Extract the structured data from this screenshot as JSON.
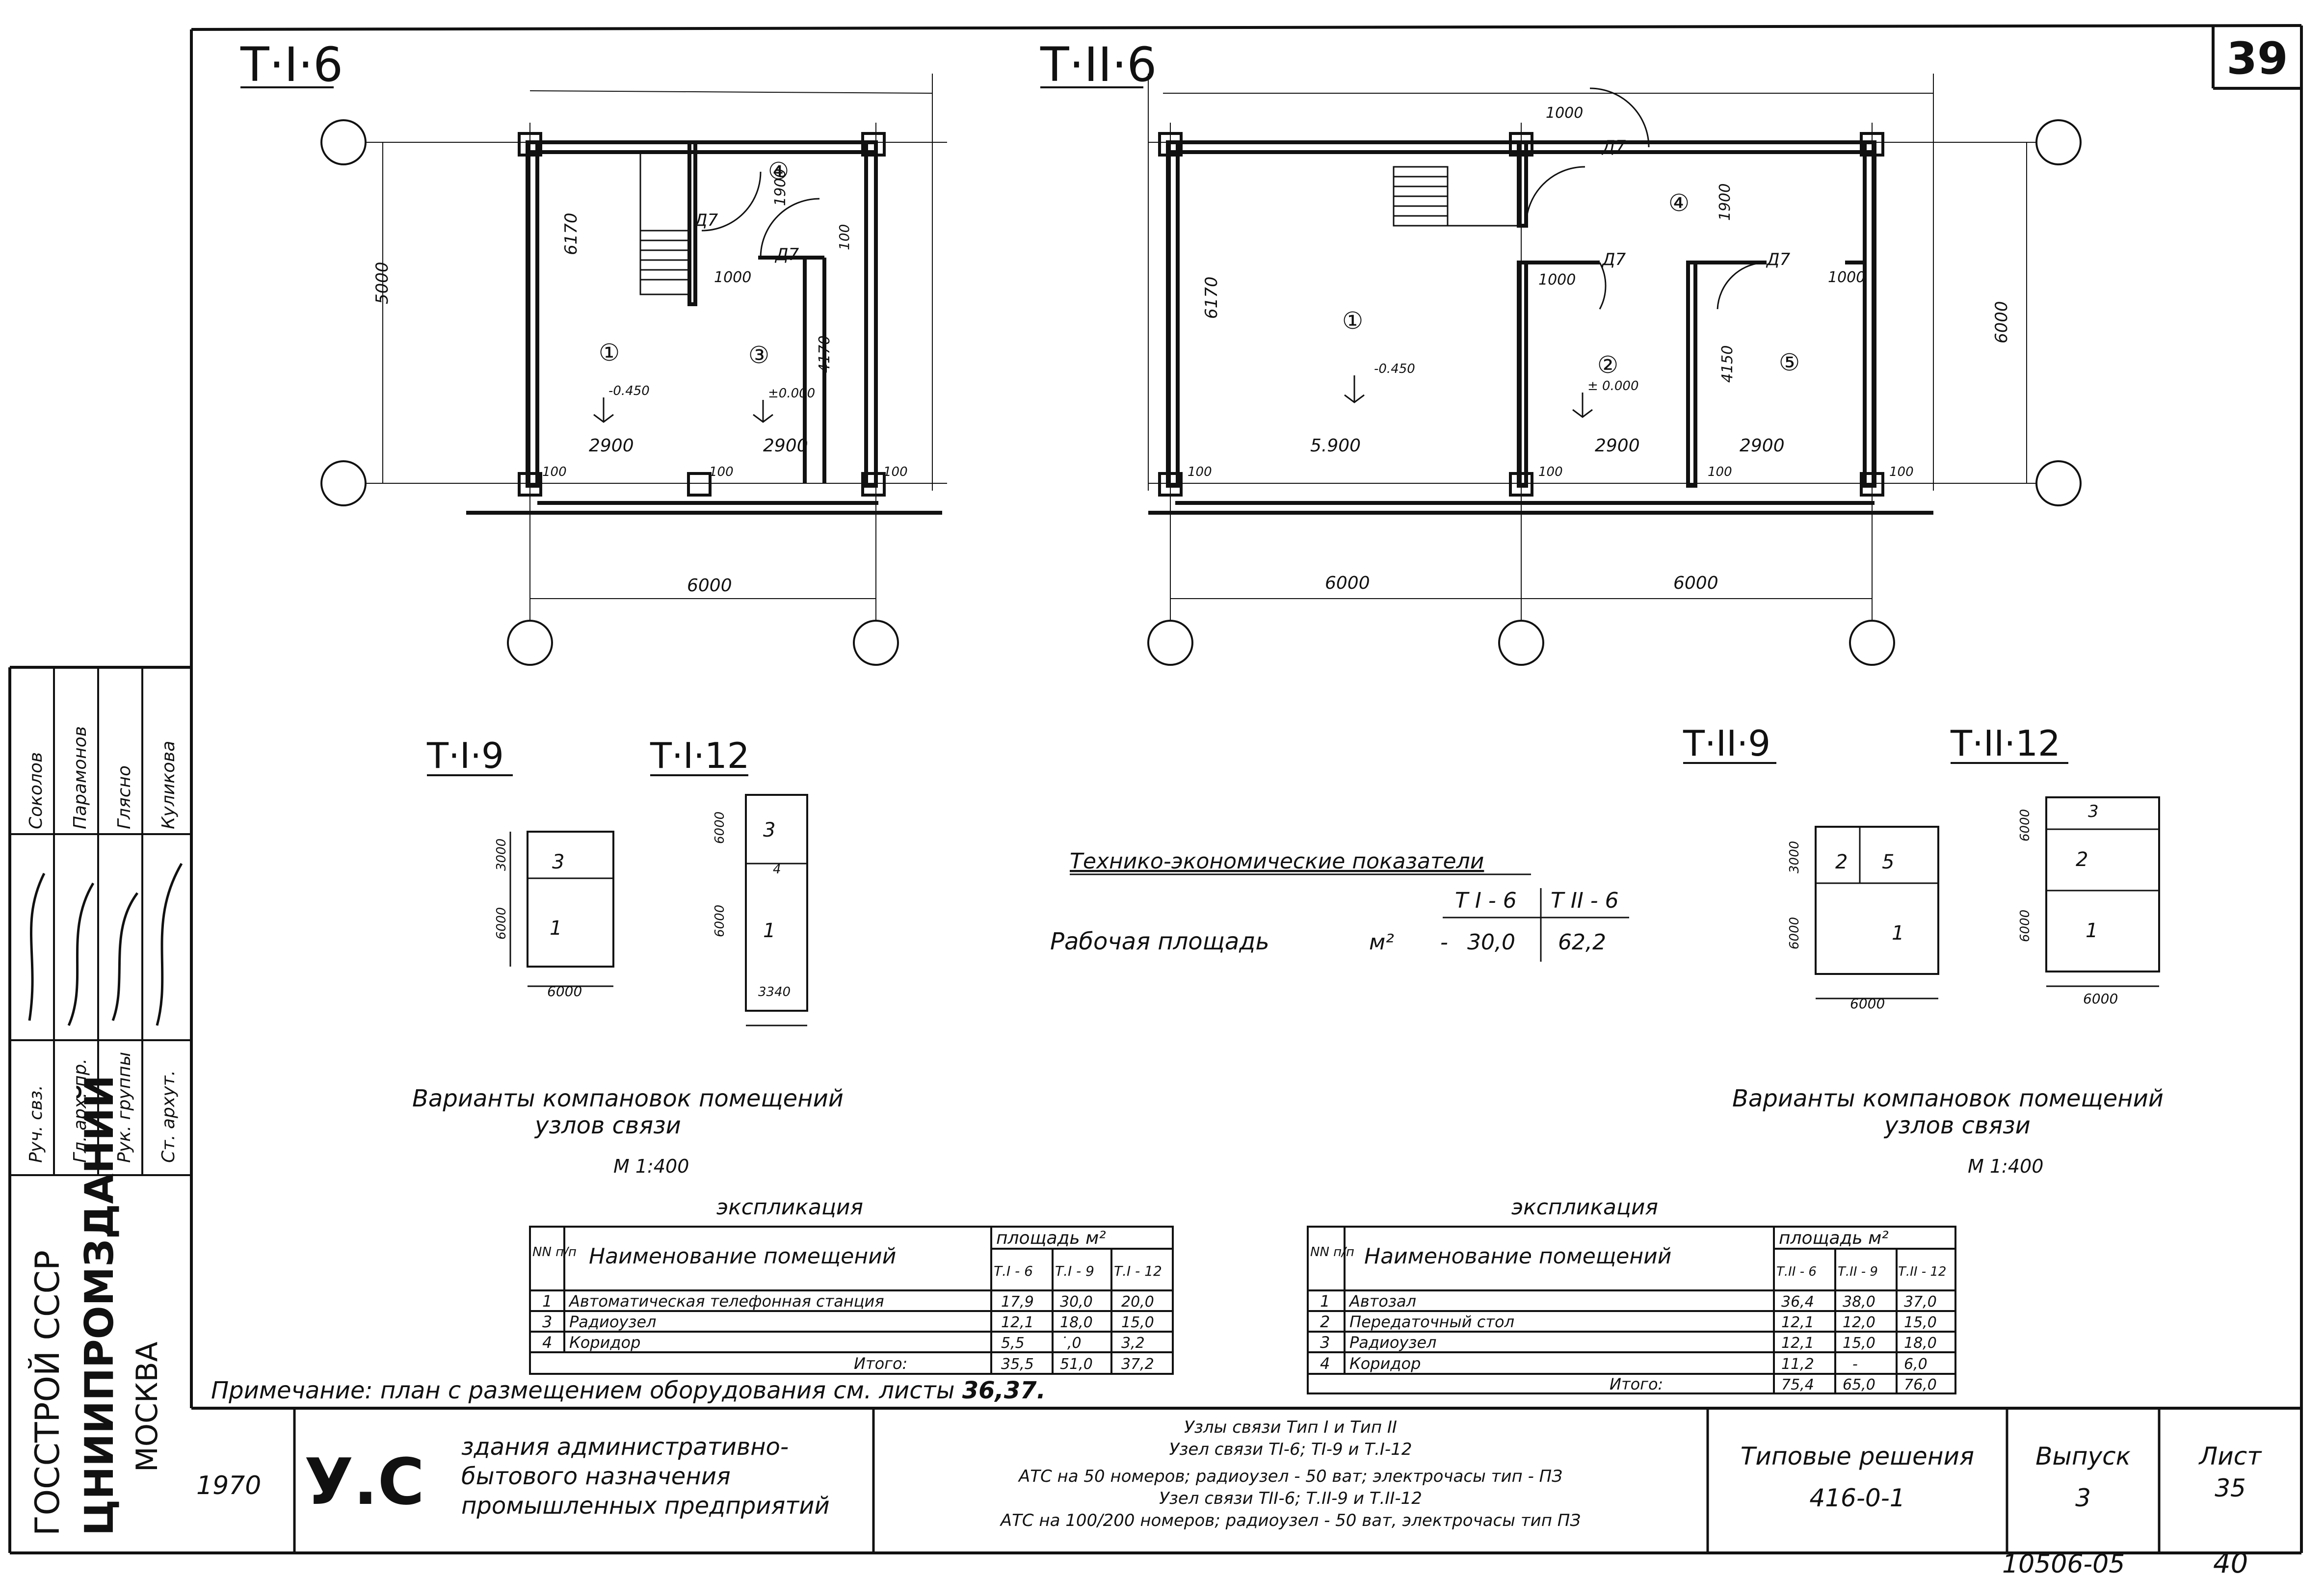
{
  "sheet": {
    "corner_number": "39",
    "archive_number": "10506-05",
    "archive_page": "40"
  },
  "plans": {
    "t1_6": {
      "title": "Т·I·6",
      "dims": {
        "height_total": "5000",
        "height_inner": "6170",
        "room4_h": "1900",
        "room3_h": "4170",
        "wall100": "100",
        "d1000": "1000",
        "w1": "2900",
        "w2": "2900",
        "total": "6000",
        "m100": "100"
      },
      "doors": [
        "Д7",
        "Д7"
      ],
      "rooms": [
        "①",
        "③",
        "④"
      ],
      "levels": [
        "-0.450",
        "±0.000"
      ]
    },
    "t2_6": {
      "title": "Т·II·6",
      "dims": {
        "d1000a": "1000",
        "h6170": "6170",
        "h1900": "1900",
        "h4150": "4150",
        "h6000": "6000",
        "d1000b": "1000",
        "d1000c": "1000",
        "w5900": "5.900",
        "w2900a": "2900",
        "w2900b": "2900",
        "m100": "100",
        "total1": "6000",
        "total2": "6000"
      },
      "doors": [
        "Д7",
        "Д7",
        "Д7"
      ],
      "rooms": [
        "①",
        "②",
        "④",
        "⑤"
      ],
      "levels": [
        "-0.450",
        "± 0.000"
      ]
    }
  },
  "variants": {
    "t1_9": {
      "title": "Т·I·9",
      "d1": "3000",
      "d2": "6000",
      "w": "6000",
      "rooms": [
        "3",
        "1"
      ]
    },
    "t1_12": {
      "title": "Т·I·12",
      "d1": "6000",
      "d2": "6000",
      "w": "3340",
      "rooms": [
        "3",
        "4",
        "1"
      ]
    },
    "t2_9": {
      "title": "Т·II·9",
      "d1": "3000",
      "d2": "6000",
      "w": "6000",
      "rooms": [
        "2",
        "5",
        "1"
      ]
    },
    "t2_12": {
      "title": "Т·II·12",
      "d1": "6000",
      "d2": "6000",
      "w": "6000",
      "rooms": [
        "3",
        "2",
        "1"
      ]
    },
    "caption_left": {
      "line1": "Варианты компановок помещений",
      "line2": "узлов связи",
      "scale": "М 1:400"
    },
    "caption_right": {
      "line1": "Варианты компановок помещений",
      "line2": "узлов связи",
      "scale": "М 1:400"
    }
  },
  "indicators": {
    "title": "Технико-экономические показатели",
    "col1": "Т I - 6",
    "col2": "Т II - 6",
    "label": "Рабочая площадь",
    "unit": "м²",
    "dash": "-",
    "v1": "30,0",
    "v2": "62,2"
  },
  "explication_left": {
    "title": "экспликация",
    "h_nn": "NN п/п",
    "h_name": "Наименование помещений",
    "h_area": "площадь м²",
    "cols": [
      "Т.I - 6",
      "Т.I - 9",
      "Т.I - 12"
    ],
    "rows": [
      {
        "n": "1",
        "name": "Автоматическая телефонная станция",
        "a": "17,9",
        "b": "30,0",
        "c": "20,0"
      },
      {
        "n": "3",
        "name": "Радиоузел",
        "a": "12,1",
        "b": "18,0",
        "c": "15,0"
      },
      {
        "n": "4",
        "name": "Коридор",
        "a": "5,5",
        "b": "˙,0",
        "c": "3,2"
      }
    ],
    "total_label": "Итого:",
    "total": [
      "35,5",
      "51,0",
      "37,2"
    ]
  },
  "explication_right": {
    "title": "экспликация",
    "h_nn": "NN п/п",
    "h_name": "Наименование помещений",
    "h_area": "площадь м²",
    "cols": [
      "Т.II - 6",
      "Т.II - 9",
      "Т.II - 12"
    ],
    "rows": [
      {
        "n": "1",
        "name": "Автозал",
        "a": "36,4",
        "b": "38,0",
        "c": "37,0"
      },
      {
        "n": "2",
        "name": "Передаточный стол",
        "a": "12,1",
        "b": "12,0",
        "c": "15,0"
      },
      {
        "n": "3",
        "name": "Радиоузел",
        "a": "12,1",
        "b": "15,0",
        "c": "18,0"
      },
      {
        "n": "4",
        "name": "Коридор",
        "a": "11,2",
        "b": "-",
        "c": "6,0"
      }
    ],
    "total_label": "Итого:",
    "total": [
      "75,4",
      "65,0",
      "76,0"
    ]
  },
  "note": {
    "prefix": "Примечание: план с размещением оборудования см. листы ",
    "sheets": "36,37."
  },
  "stamp": {
    "roles": [
      "Руч. свз.",
      "Гл. арх. пр.",
      "Рук. группы",
      "Ст. архут."
    ],
    "names": [
      "Соколов",
      "Парамонов",
      "Глясно",
      "Куликова"
    ],
    "org1": "ГОССТРОЙ СССР",
    "org2": "ЦНИИПРОМЗДАНИЙ",
    "org3": "МОСКВА"
  },
  "title_block": {
    "year": "1970",
    "code": "У.С",
    "desc1": "здания административно-",
    "desc2": "бытового назначения",
    "desc3": "промышленных предприятий",
    "sub1": "Узлы связи Тип I и Тип II",
    "sub2": "Узел связи ТI-6; ТI-9 и Т.I-12",
    "sub3": "АТС на 50 номеров; радиоузел - 50 ват; электрочасы тип - ПЗ",
    "sub4": "Узел связи ТII-6; Т.II-9 и Т.II-12",
    "sub5": "АТС на 100/200 номеров; радиоузел - 50 ват, электрочасы тип ПЗ",
    "series_label": "Типовые решения",
    "series_value": "416-0-1",
    "issue_label": "Выпуск",
    "issue_value": "3",
    "sheet_label": "Лист",
    "sheet_value": "35"
  }
}
